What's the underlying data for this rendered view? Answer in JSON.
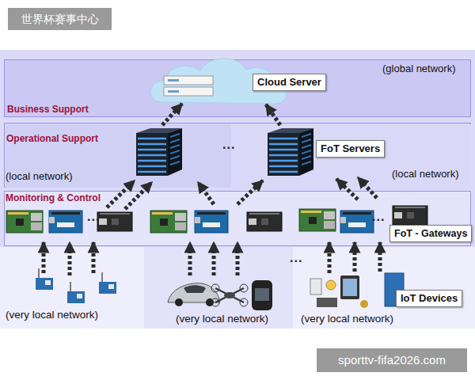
{
  "diagram": {
    "nodes": [
      {
        "text": [
          "(global network)",
          "Business Support"
        ]
      },
      {
        "text": [
          "Cloud Server"
        ],
        "in": 0
      },
      {
        "text": [
          "Operational Support"
        ]
      },
      {
        "text": [
          "(local network)"
        ],
        "in": 2
      },
      {
        "text": [
          "(local network)"
        ],
        "in": 2
      },
      {
        "text": [
          "FoT Servers"
        ],
        "in": 4
      },
      {
        "text": [
          "Monitoring & Control"
        ]
      },
      {
        "text": [
          "FoT - Gateways"
        ],
        "in": 6
      },
      {
        "text": [
          "(very local network)"
        ]
      },
      {
        "text": [
          "(very local network)"
        ]
      },
      {
        "text": [
          "(very local network)"
        ]
      },
      {
        "text": [
          "IoT Devices"
        ],
        "in": 10
      }
    ],
    "labels": [
      "世界杯赛事中心",
      "...",
      "...",
      "...",
      "...",
      "sporttv-fifa2026.com"
    ]
  }
}
